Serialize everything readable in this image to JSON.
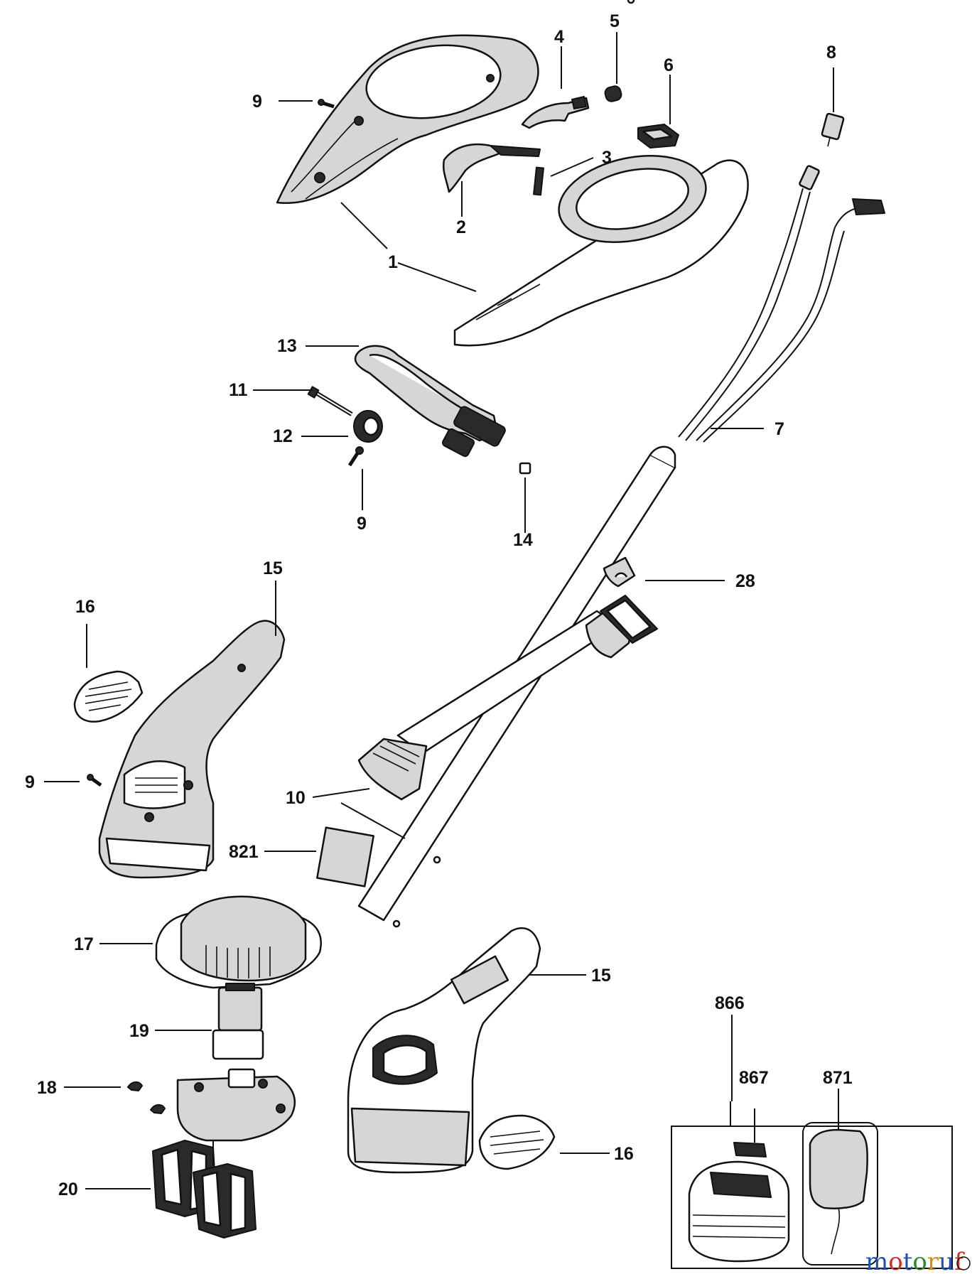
{
  "labels": {
    "p1": "1",
    "p2": "2",
    "p3": "3",
    "p4": "4",
    "p5": "5",
    "p6": "6",
    "p7": "7",
    "p8": "8",
    "p9a": "9",
    "p9b": "9",
    "p9c": "9",
    "p10": "10",
    "p11": "11",
    "p12": "12",
    "p13": "13",
    "p14": "14",
    "p15a": "15",
    "p15b": "15",
    "p16a": "16",
    "p16b": "16",
    "p17": "17",
    "p18": "18",
    "p19": "19",
    "p20": "20",
    "p28": "28",
    "p821": "821",
    "p866": "866",
    "p867": "867",
    "p871": "871"
  },
  "watermark": {
    "letters": [
      "m",
      "o",
      "t",
      "o",
      "r",
      "u",
      "f"
    ],
    "colors": [
      "#1f4fb0",
      "#d62d20",
      "#1f4fb0",
      "#2a8a2a",
      "#e08a00",
      "#1f4fb0",
      "#d62d20"
    ]
  }
}
